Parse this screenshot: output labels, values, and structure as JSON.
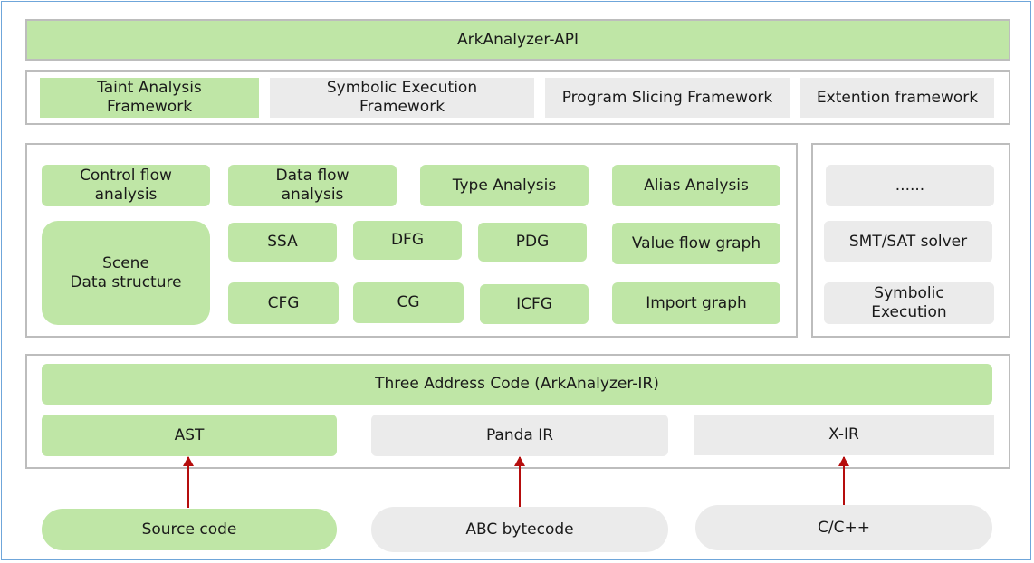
{
  "colors": {
    "green": "#bfe6a6",
    "gray": "#ebebeb",
    "panel_border": "#bdbdbd",
    "arrow": "#b50d0d",
    "frame": "#6fa6da"
  },
  "api": {
    "title": "ArkAnalyzer-API"
  },
  "frameworks": {
    "taint": "Taint Analysis\nFramework",
    "symbolic": "Symbolic Execution\nFramework",
    "slicing": "Program Slicing Framework",
    "extension": "Extention framework"
  },
  "analysis": {
    "control_flow": "Control flow\nanalysis",
    "data_flow": "Data flow\nanalysis",
    "type": "Type Analysis",
    "alias": "Alias Analysis",
    "scene": "Scene\nData structure",
    "ssa": "SSA",
    "dfg": "DFG",
    "pdg": "PDG",
    "value_flow": "Value flow graph",
    "cfg": "CFG",
    "cg": "CG",
    "icfg": "ICFG",
    "import_graph": "Import graph"
  },
  "solvers": {
    "ellipsis": "......",
    "smt": "SMT/SAT solver",
    "symbolic": "Symbolic\nExecution"
  },
  "ir": {
    "tac": "Three Address Code (ArkAnalyzer-IR)",
    "ast": "AST",
    "panda": "Panda IR",
    "xir": "X-IR"
  },
  "sources": {
    "source_code": "Source code",
    "abc": "ABC bytecode",
    "c": "C/C++"
  }
}
